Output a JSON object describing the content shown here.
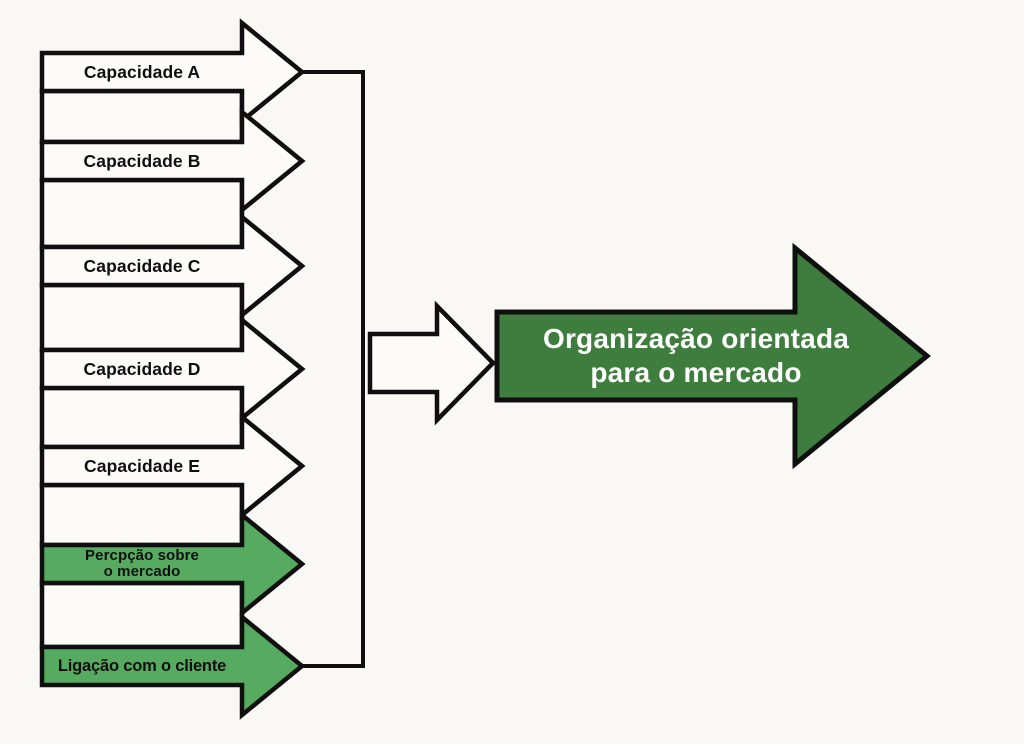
{
  "colors": {
    "background": "#FAF8F4",
    "outline": "#0F0F0F",
    "shape_fill": "#FDFBF8",
    "light_green": "#57AB60",
    "dark_green": "#3E7D3E",
    "label_text": "#0F0F0F",
    "outcome_text": "#FFFFFF"
  },
  "capability_arrows": [
    {
      "label": "Capacidade A"
    },
    {
      "label": "Capacidade B"
    },
    {
      "label": "Capacidade C"
    },
    {
      "label": "Capacidade D"
    },
    {
      "label": "Capacidade E"
    }
  ],
  "market_arrows": [
    {
      "lines": [
        "Percpção sobre",
        "o mercado"
      ]
    },
    {
      "lines": [
        "Ligação com o cliente"
      ]
    }
  ],
  "outcome_arrow": {
    "lines": [
      "Organização orientada",
      "para o mercado"
    ]
  }
}
